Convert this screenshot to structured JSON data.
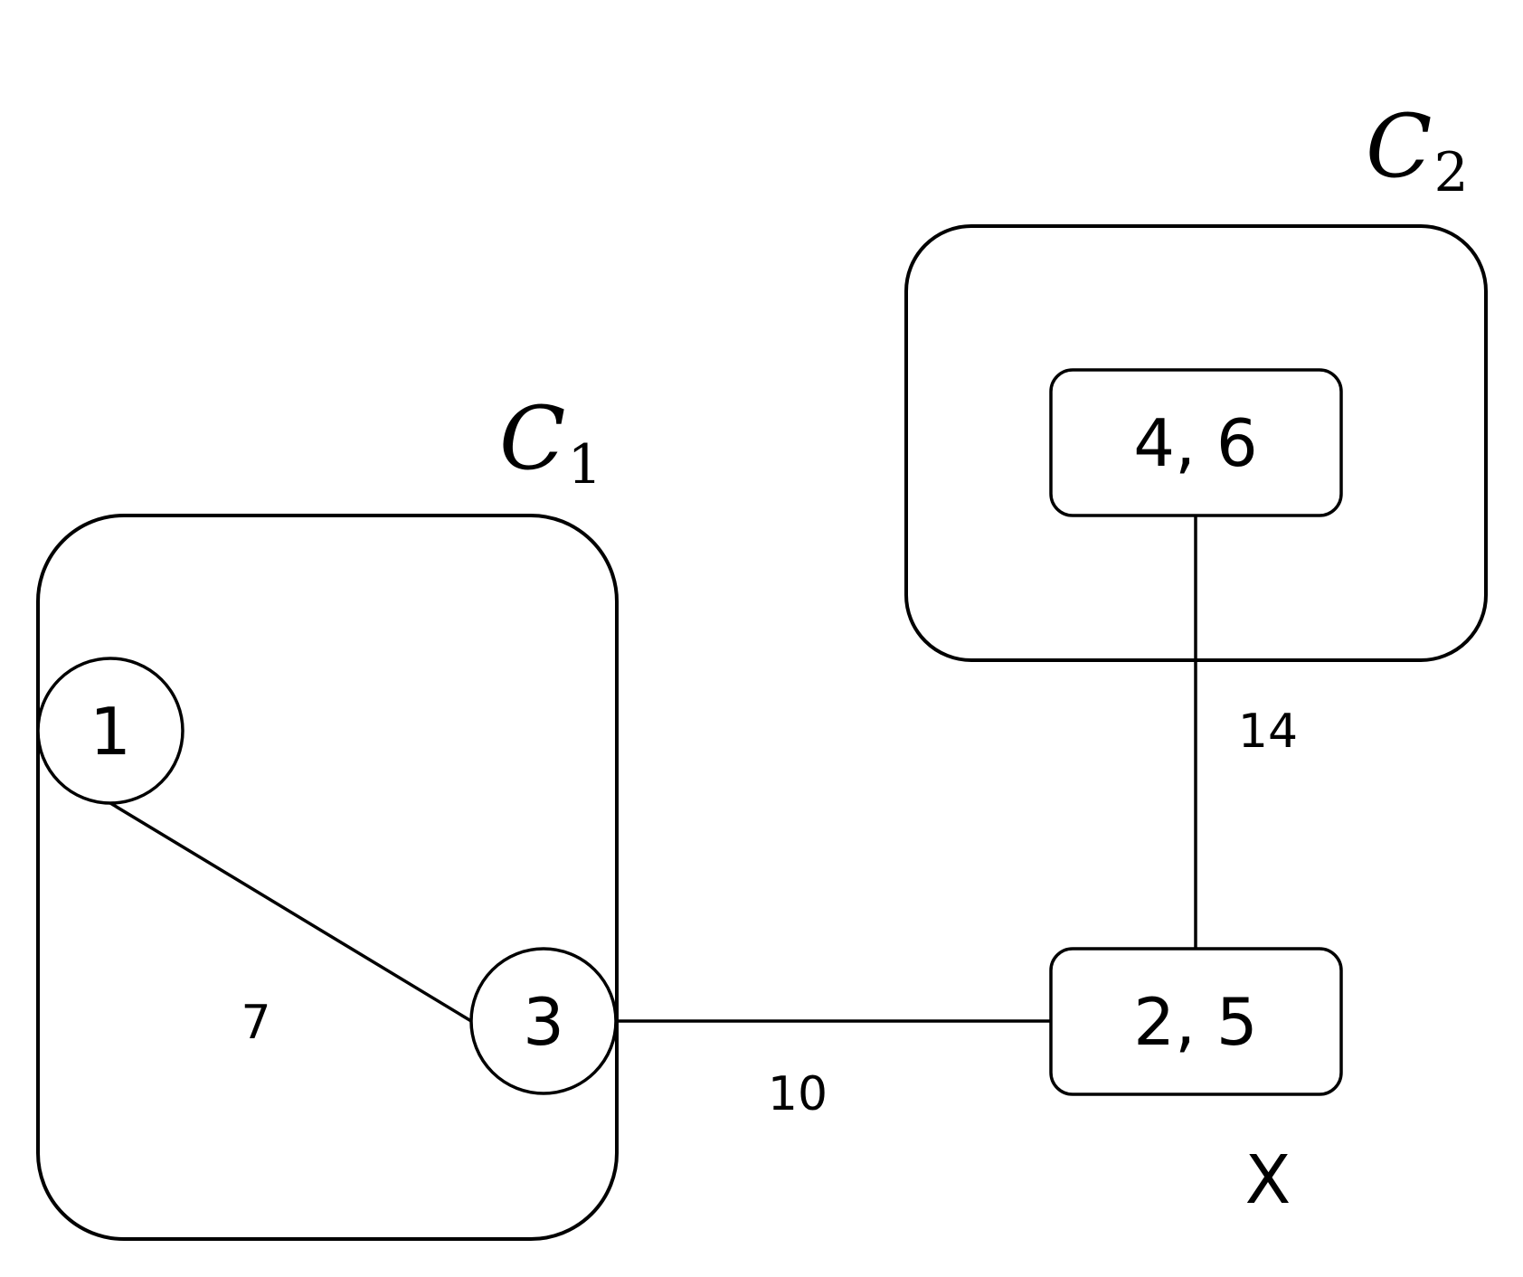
{
  "diagram": {
    "clusters": [
      {
        "id": "C1",
        "label_main": "C",
        "label_sub": "1"
      },
      {
        "id": "C2",
        "label_main": "C",
        "label_sub": "2"
      }
    ],
    "nodes": [
      {
        "id": "n1",
        "label": "1",
        "shape": "circle",
        "cluster": "C1"
      },
      {
        "id": "n3",
        "label": "3",
        "shape": "circle",
        "cluster": "C1"
      },
      {
        "id": "n46",
        "label": "4, 6",
        "shape": "rounded-rect",
        "cluster": "C2"
      },
      {
        "id": "n25",
        "label": "2, 5",
        "shape": "rounded-rect",
        "cluster": null
      }
    ],
    "edges": [
      {
        "from": "n1",
        "to": "n3",
        "weight": "7"
      },
      {
        "from": "n3",
        "to": "n25",
        "weight": "10"
      },
      {
        "from": "n46",
        "to": "n25",
        "weight": "14"
      }
    ],
    "annotations": {
      "x_label": "X"
    },
    "colors": {
      "stroke": "#000000",
      "background": "#ffffff"
    }
  }
}
